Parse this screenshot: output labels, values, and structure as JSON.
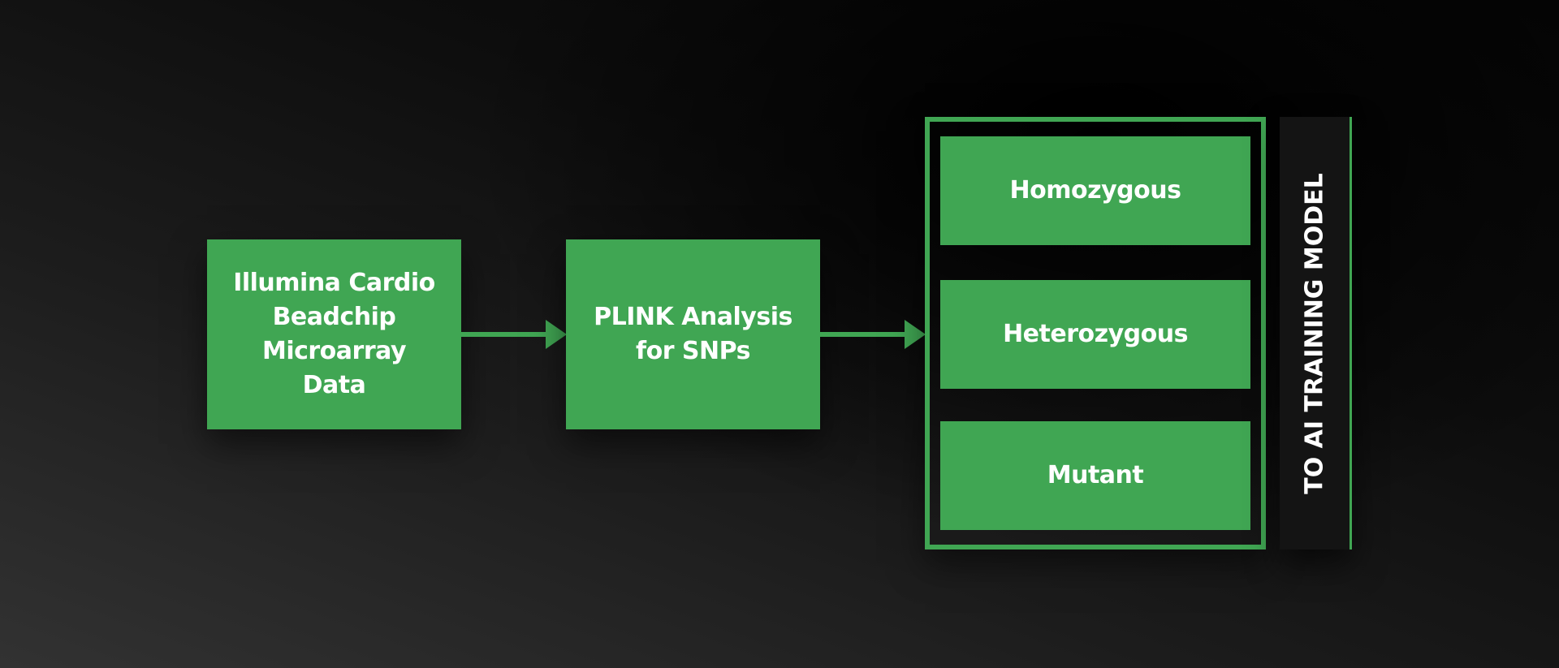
{
  "source": {
    "lines": [
      "Illumina Cardio",
      "Beadchip",
      "Microarray",
      "Data"
    ]
  },
  "analysis": {
    "lines": [
      "PLINK Analysis",
      "for SNPs"
    ]
  },
  "genotypes": {
    "homozygous": "Homozygous",
    "heterozygous": "Heterozygous",
    "mutant": "Mutant"
  },
  "output": {
    "label": "TO AI TRAINING MODEL"
  },
  "colors": {
    "accent": "#40a653",
    "panel": "#141414",
    "text": "#ffffff"
  }
}
